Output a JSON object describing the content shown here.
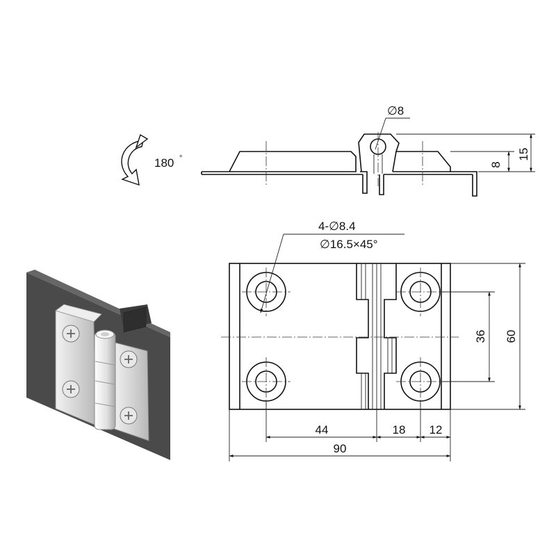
{
  "rotation": {
    "label": "180",
    "degree_mark": "°"
  },
  "side_view": {
    "pin_diameter": "∅8",
    "dim_height_total": "15",
    "dim_height_plate": "8"
  },
  "front_view": {
    "hole_callout": "4-∅8.4",
    "countersink_callout": "∅16.5×45°",
    "dim_hole_spacing_vertical": "36",
    "dim_height": "60",
    "dim_hole_spacing_horizontal": "44",
    "dim_middle": "18",
    "dim_right_edge": "12",
    "dim_width": "90"
  },
  "colors": {
    "line": "#111111",
    "background": "#ffffff",
    "panel": "#4a4a4a",
    "hinge_metal": "#d8d8d8"
  }
}
